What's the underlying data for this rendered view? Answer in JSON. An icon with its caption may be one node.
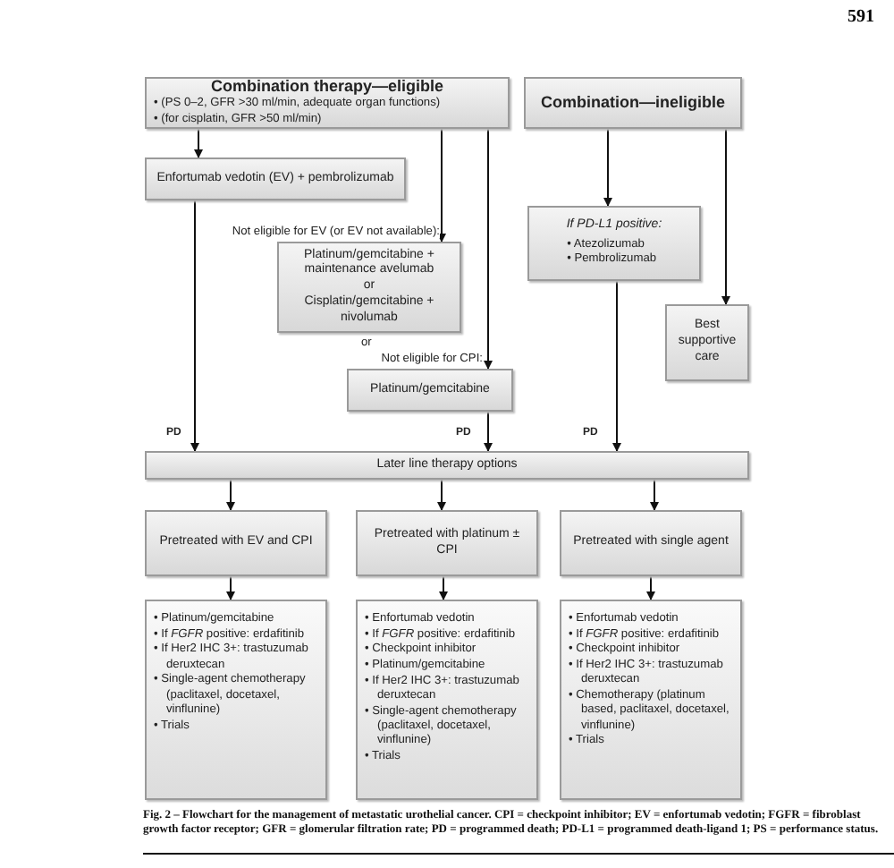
{
  "diagram": {
    "caption": "Fig. 2 – Flowchart for the management of metastatic urothelial cancer. CPI = checkpoint inhibitor; EV = enfortumab vedotin; FGFR = fibroblast growth factor receptor; GFR = glomerular filtration rate; PD = programmed death; PD-L1 = programmed death-ligand 1; PS = performance status.",
    "nodes": [
      {
        "text": [
          "Combination therapy—eligible",
          "• (PS 0–2, GFR >30 ml/min, adequate organ functions)",
          "• (for cisplatin, GFR >50 ml/min)"
        ]
      },
      {
        "text": [
          "Combination—ineligible"
        ]
      },
      {
        "text": [
          "Enfortumab vedotin (EV) + pembrolizumab"
        ]
      },
      {
        "text": [
          "Platinum/gemcitabine + maintenance avelumab",
          "or",
          "Cisplatin/gemcitabine + nivolumab"
        ]
      },
      {
        "text": [
          "If PD-L1 positive:",
          "• Atezolizumab",
          "• Pembrolizumab"
        ]
      },
      {
        "text": [
          "Platinum/gemcitabine"
        ]
      },
      {
        "text": [
          "Best supportive care"
        ]
      },
      {
        "text": [
          "Later line therapy options"
        ]
      },
      {
        "text": [
          "Pretreated with EV and CPI"
        ]
      },
      {
        "text": [
          "Pretreated with platinum ± CPI"
        ]
      },
      {
        "text": [
          "Pretreated with single agent"
        ]
      },
      {
        "text": [
          "• Platinum/gemcitabine",
          "• If *FGFR* positive: erdafitinib",
          "• If Her2 IHC 3+: trastuzumab deruxtecan",
          "• Single-agent chemotherapy (paclitaxel, docetaxel, vinflunine)",
          "• Trials"
        ]
      },
      {
        "text": [
          "• Enfortumab vedotin",
          "• If *FGFR* positive: erdafitinib",
          "• Checkpoint inhibitor",
          "• Platinum/gemcitabine",
          "• If Her2 IHC 3+: trastuzumab deruxtecan",
          "• Single-agent chemotherapy (paclitaxel, docetaxel, vinflunine)",
          "• Trials"
        ]
      },
      {
        "text": [
          "• Enfortumab vedotin",
          "• If *FGFR* positive: erdafitinib",
          "• Checkpoint inhibitor",
          "• If Her2 IHC 3+: trastuzumab deruxtecan",
          "• Chemotherapy (platinum based, paclitaxel, docetaxel, vinflunine)",
          "• Trials"
        ]
      }
    ],
    "edges": [
      {
        "from": 0,
        "to": 2,
        "arrow": "to"
      },
      {
        "from": 0,
        "to": 3,
        "arrow": "to",
        "label": "Not eligible for EV (or EV not available):"
      },
      {
        "from": 0,
        "to": 5,
        "arrow": "to",
        "label": "Not eligible for CPI:"
      },
      {
        "from": 1,
        "to": 4,
        "arrow": "to"
      },
      {
        "from": 1,
        "to": 6,
        "arrow": "to"
      },
      {
        "from": 2,
        "to": 7,
        "arrow": "to",
        "label": "PD"
      },
      {
        "from": 5,
        "to": 7,
        "arrow": "to",
        "label": "PD"
      },
      {
        "from": 4,
        "to": 7,
        "arrow": "to",
        "label": "PD"
      },
      {
        "from": 7,
        "to": 8,
        "arrow": "to"
      },
      {
        "from": 7,
        "to": 9,
        "arrow": "to"
      },
      {
        "from": 7,
        "to": 10,
        "arrow": "to"
      },
      {
        "from": 8,
        "to": 11,
        "arrow": "to"
      },
      {
        "from": 9,
        "to": 12,
        "arrow": "to"
      },
      {
        "from": 10,
        "to": 13,
        "arrow": "to"
      }
    ],
    "labels": [
      "591",
      "or"
    ]
  }
}
